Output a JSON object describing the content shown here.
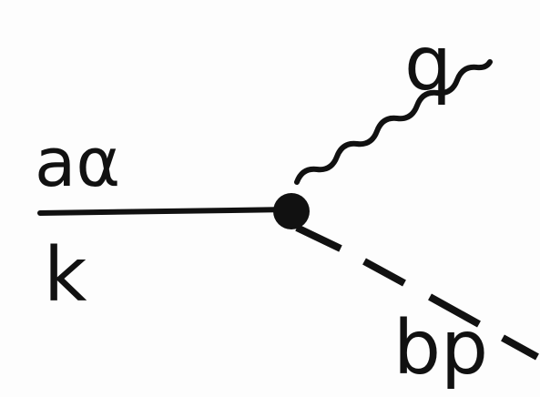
{
  "diagram": {
    "labels": {
      "q": "q",
      "a_alpha": "aα",
      "k": "k",
      "bp": "bp"
    },
    "lines": {
      "incoming": "solid",
      "photon": "wavy",
      "outgoing": "dashed"
    },
    "colors": {
      "ink": "#111111",
      "background": "#fdfdfd"
    }
  }
}
